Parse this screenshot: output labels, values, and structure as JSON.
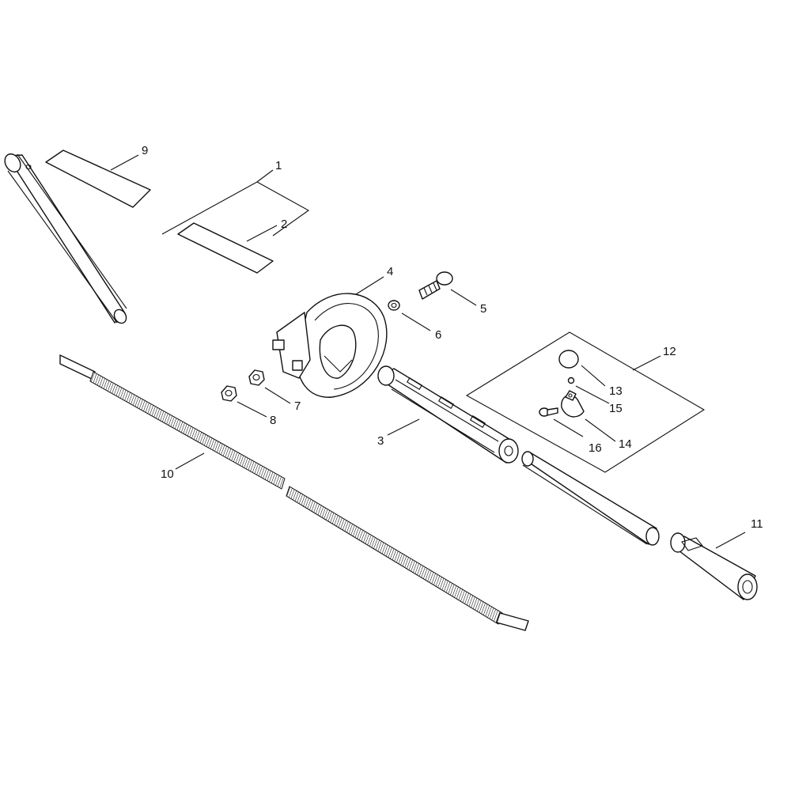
{
  "callouts": [
    "1",
    "2",
    "3",
    "4",
    "5",
    "6",
    "7",
    "8",
    "9",
    "10",
    "11",
    "12",
    "13",
    "14",
    "15",
    "16"
  ],
  "colors": {
    "ink": "#111111",
    "paper": "#ffffff"
  }
}
